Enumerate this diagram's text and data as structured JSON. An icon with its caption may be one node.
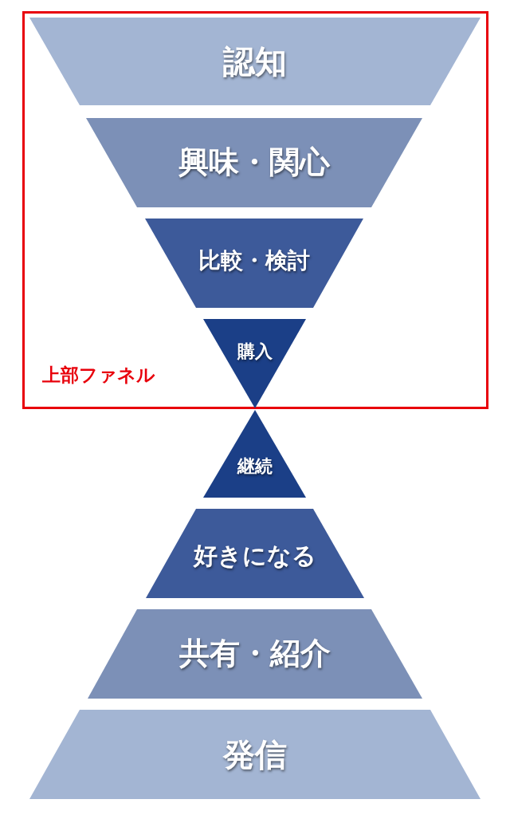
{
  "diagram": {
    "nodes": [
      {
        "text": [
          "上部ファネル"
        ]
      },
      {
        "text": [
          "認知"
        ],
        "in": 0
      },
      {
        "text": [
          "興味・関心"
        ],
        "in": 0
      },
      {
        "text": [
          "比較・検討"
        ],
        "in": 0
      },
      {
        "text": [
          "購入"
        ],
        "in": 0
      },
      {
        "text": [
          "継続"
        ]
      },
      {
        "text": [
          "好きになる"
        ]
      },
      {
        "text": [
          "共有・紹介"
        ]
      },
      {
        "text": [
          "発信"
        ]
      }
    ]
  }
}
